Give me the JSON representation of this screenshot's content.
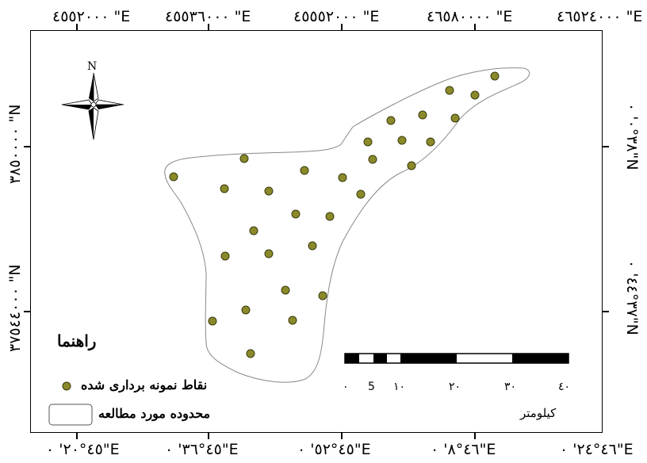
{
  "coordinates": {
    "top": [
      "٤٥٥٢٠٠٠ \"E",
      "٤٥٥٣٦٠٠٠ \"E",
      "٤٥٥٥٢٠٠٠ \"E",
      "٤٦٥٨٠٠٠٠ \"E",
      "٤٦٥٢٤٠٠٠ \"E"
    ],
    "bottom": [
      "٤٥°٢٠' ٠\"E",
      "٤٥°٣٦' ٠\"E",
      "٤٥°٥٢' ٠\"E",
      "٤٦°٨' ٠\"E",
      "٤٦°٢٤' ٠\"E"
    ],
    "left": [
      "٣٨٥٠٠٠٠ \"N",
      "٣٧٥٤٤٠٠٠ \"N"
    ],
    "right": [
      "٣٨°٠' ٠\"N",
      "٣٧°٤٤' ٠\"N"
    ]
  },
  "north_arrow": {
    "label": "N"
  },
  "legend": {
    "title": "راهنما",
    "points_label": "نقاط نمونه برداری شده",
    "area_label": "محدوده مورد مطالعه"
  },
  "scale_bar": {
    "labels": [
      "٠",
      "5",
      "١٠",
      "٢٠",
      "٣٠",
      "٤٠"
    ],
    "unit": "كيلومتر"
  },
  "colors": {
    "point_fill": "#8a8a2a",
    "point_stroke": "#3a3a10",
    "boundary": "#888888"
  }
}
